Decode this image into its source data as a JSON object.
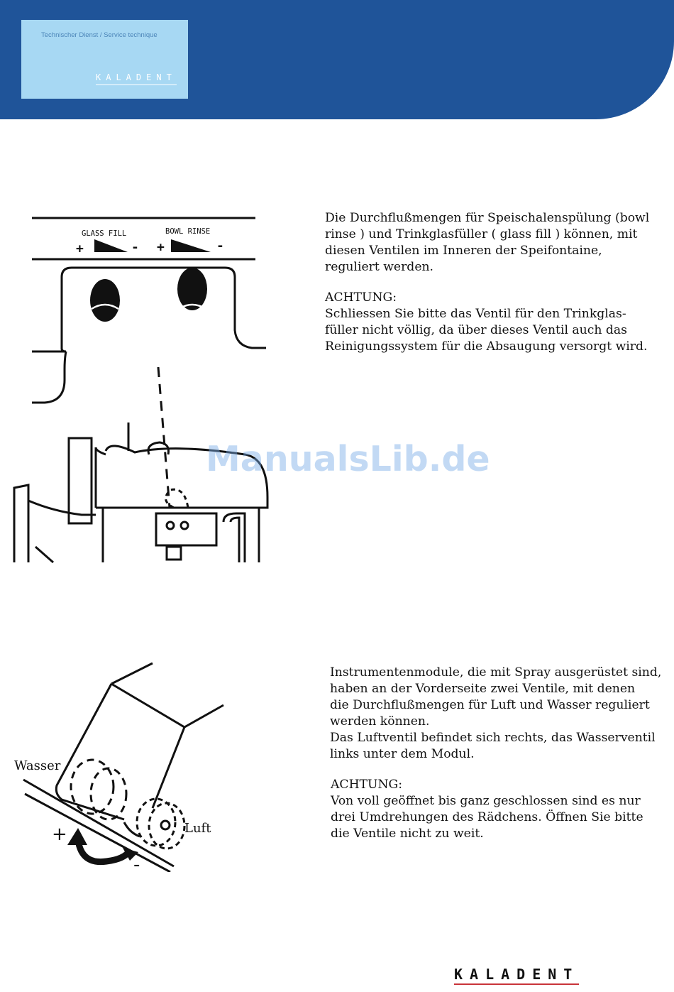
{
  "header": {
    "tagline": "Technischer Dienst / Service technique",
    "brand": "KALADENT"
  },
  "figure1": {
    "label_glass_fill": "GLASS FILL",
    "label_bowl_rinse": "BOWL RINSE",
    "plus": "+",
    "minus": "-"
  },
  "section1": {
    "lines": [
      "Die Durchflußmengen für Speischalenspülung (bowl",
      "rinse ) und Trinkglasfüller ( glass fill ) können, mit",
      "diesen Ventilen im Inneren der Speifontaine,",
      "reguliert werden."
    ],
    "warning_title": "ACHTUNG:",
    "warning_lines": [
      "Schliessen Sie bitte das Ventil für den Trinkglas-",
      "füller nicht völlig, da über dieses Ventil auch das",
      "Reinigungssystem für die Absaugung versorgt wird."
    ]
  },
  "watermark": "ManualsLib.de",
  "figure2": {
    "label_wasser": "Wasser",
    "label_luft": "Luft",
    "plus": "+",
    "minus": "-"
  },
  "section2": {
    "lines": [
      "Instrumentenmodule, die mit Spray ausgerüstet sind,",
      "haben an der Vorderseite zwei Ventile, mit denen",
      "die Durchflußmengen für Luft und Wasser reguliert",
      "werden können.",
      "Das Luftventil befindet sich rechts, das Wasserventil",
      "links unter dem Modul."
    ],
    "warning_title": "ACHTUNG:",
    "warning_lines": [
      "Von voll geöffnet bis ganz geschlossen sind es nur",
      "drei Umdrehungen des Rädchens. Öffnen Sie bitte",
      "die Ventile nicht zu weit."
    ]
  },
  "footer": {
    "brand": "KALADENT"
  }
}
